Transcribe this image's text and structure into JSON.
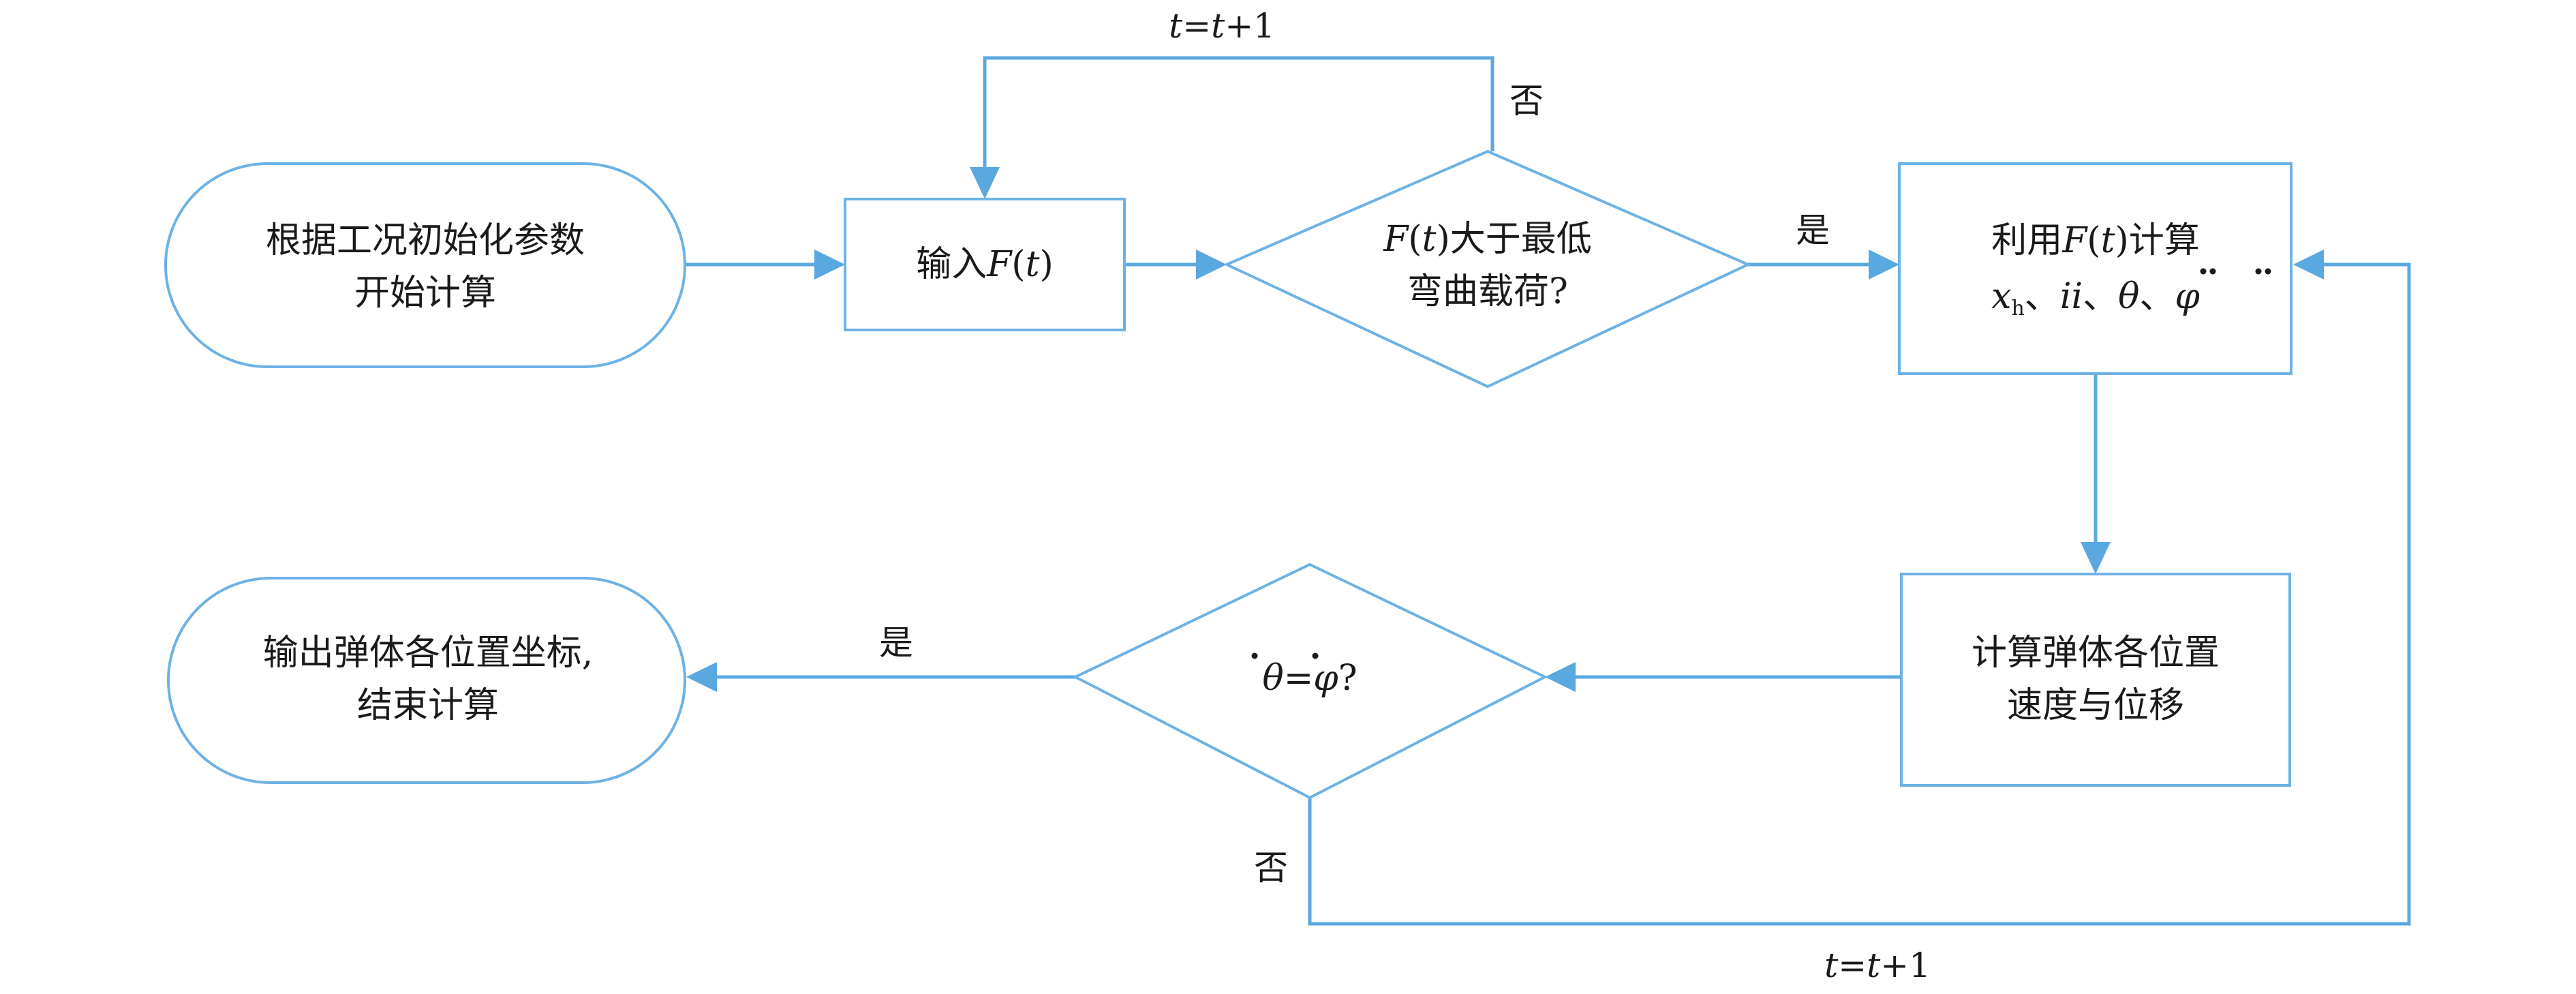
{
  "nodes": {
    "start": {
      "lines": [
        "根据工况初始化参数",
        "开始计算"
      ]
    },
    "input": {
      "prefix": "输入",
      "var": "F",
      "arg": "t"
    },
    "check1": {
      "var": "F",
      "arg": "t",
      "line1_rest": "大于最低",
      "line2": "弯曲载荷?"
    },
    "calc1": {
      "prefix": "利用",
      "var": "F",
      "arg": "t",
      "suffix": "计算",
      "xh_var": "x",
      "xh_sub": "h",
      "sep": "、",
      "ii": "ii",
      "theta": "θ",
      "phi": "φ"
    },
    "calc2": {
      "lines": [
        "计算弹体各位置",
        "速度与位移"
      ]
    },
    "check2": {
      "theta": "θ",
      "eq": "=",
      "phi": "φ",
      "q": "?"
    },
    "end": {
      "lines": [
        "输出弹体各位置坐标,",
        "结束计算"
      ]
    }
  },
  "edges": {
    "loop_top": {
      "var": "t",
      "eq": "=",
      "var2": "t",
      "inc": "+1"
    },
    "loop_bottom": {
      "var": "t",
      "eq": "=",
      "var2": "t",
      "inc": "+1"
    },
    "yes1": "是",
    "no1": "否",
    "yes2": "是",
    "no2": "否"
  },
  "colors": {
    "accent": "#5aa8e0",
    "border": "#6cb2e6",
    "text": "#1a1a1a"
  }
}
